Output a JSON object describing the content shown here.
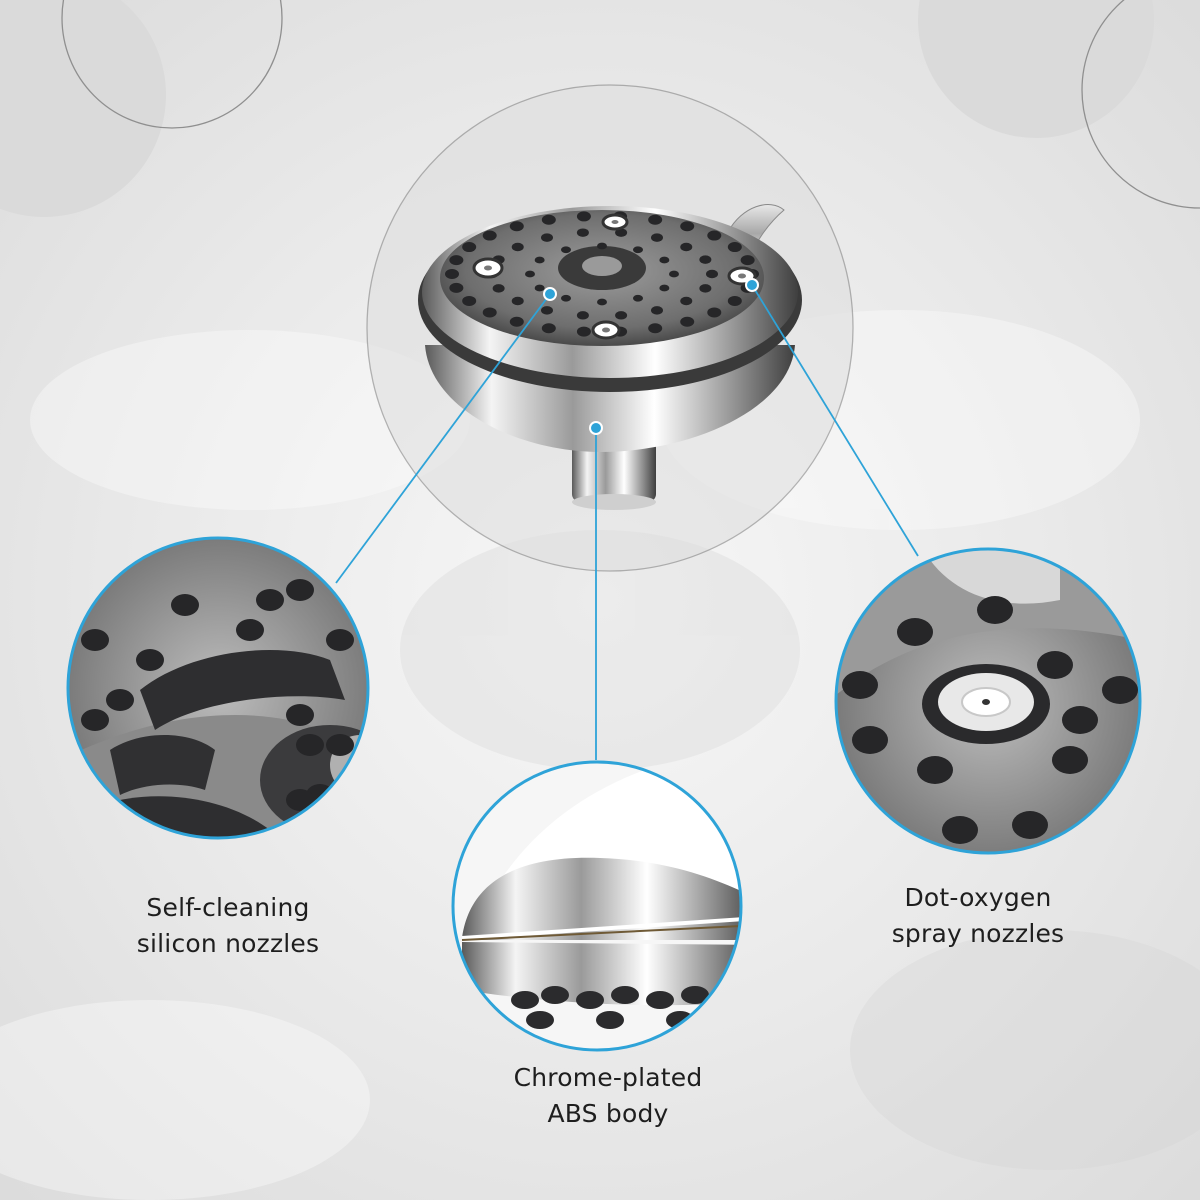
{
  "features": [
    {
      "key": "nozzles",
      "lines": [
        "Self-cleaning",
        "silicon nozzles"
      ]
    },
    {
      "key": "body",
      "lines": [
        "Chrome-plated",
        "ABS body"
      ]
    },
    {
      "key": "spray",
      "lines": [
        "Dot-oxygen",
        "spray nozzles"
      ]
    }
  ],
  "colors": {
    "accent": "#2ea3d8",
    "background": "#ececec",
    "chrome": "#c9c9c9",
    "rubber": "#2d2d2f",
    "text": "#1e1e1e"
  },
  "icons": [
    "shower-head-product",
    "nozzle-closeup",
    "chrome-body-closeup",
    "spray-nozzle-closeup"
  ]
}
